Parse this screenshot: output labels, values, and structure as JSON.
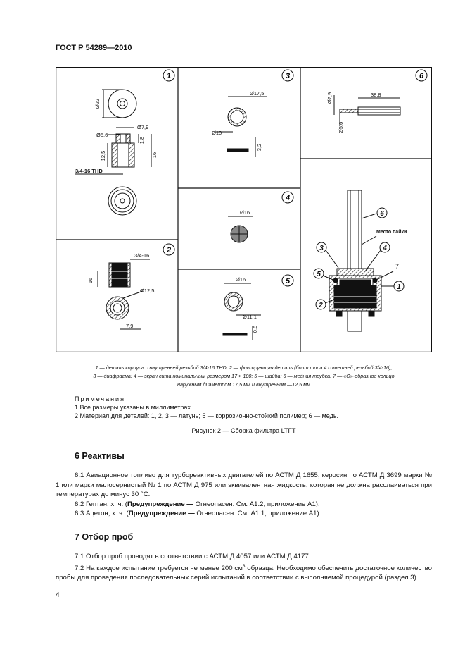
{
  "header": {
    "standard": "ГОСТ Р 54289—2010"
  },
  "figure": {
    "panel_numbers": [
      "1",
      "2",
      "3",
      "4",
      "5",
      "6"
    ],
    "labels": {
      "p1_d22": "Ø22",
      "p1_d79": "Ø7,9",
      "p1_d56": "Ø5,6",
      "p1_18": "1,8",
      "p1_125": "12,5",
      "p1_16": "16",
      "p1_thread": "3/4-16 THD",
      "p2_thread": "3/4-16",
      "p2_16": "16",
      "p2_d125": "Ø12,5",
      "p2_79": "7,9",
      "p3_d175": "Ø17,5",
      "p3_d10": "Ø10",
      "p3_32": "3,2",
      "p4_d16": "Ø16",
      "p5_d16": "Ø16",
      "p5_d111": "Ø11,1",
      "p5_08": "0,8",
      "p6_79": "Ø7,9",
      "p6_388": "38,8",
      "p6_d56": "Ø5,6",
      "assembly_solder": "Место пайки",
      "assembly_7": "7"
    },
    "caption_line1": "1 — деталь корпуса с внутренней резьбой 3/4-16 THD; 2 — фиксирующая деталь (болт типа 4 с внешней резьбой 3/4-16);",
    "caption_line2": "3 — диафрагма; 4 — экран сита номинальным размером 17 × 100; 5 — шайба; 6 — медная трубка; 7 — «О»-образное кольцо",
    "caption_line3": "наружным диаметром 17,5 мм и внутренним —12,5 мм",
    "notes_title": "Примечания",
    "note1": "1 Все размеры указаны в миллиметрах.",
    "note2": "2 Материал для деталей: 1, 2, 3 — латунь; 5 — коррозионно-стойкий полимер; 6 — медь.",
    "title": "Рисунок 2 — Сборка фильтра LTFT"
  },
  "section6": {
    "heading": "6 Реактивы",
    "p1": "6.1 Авиационное топливо для турбореактивных двигателей по АСТМ Д 1655, керосин по АСТМ Д 3699 марки № 1 или марки малосернистый № 1 по АСТМ Д 975 или эквивалентная жидкость, которая не должна расслаиваться при температурах до минус 30 °С.",
    "p2_a": "6.2 Гептан, х. ч. (",
    "p2_b": "Предупреждение —",
    "p2_c": " Огнеопасен. См. А1.2, приложение А1).",
    "p3_a": "6.3 Ацетон, х. ч. (",
    "p3_b": "Предупреждение —",
    "p3_c": " Огнеопасен. См. А1.1, приложение А1)."
  },
  "section7": {
    "heading": "7 Отбор проб",
    "p1": "7.1 Отбор проб проводят в соответствии с АСТМ Д 4057 или АСТМ Д 4177.",
    "p2_a": "7.2 На каждое испытание требуется не менее 200 см",
    "p2_sup": "3",
    "p2_b": " образца. Необходимо обеспечить достаточное количество пробы для проведения последовательных серий испытаний в соответствии с выполняемой процедурой (раздел 3)."
  },
  "page_number": "4"
}
